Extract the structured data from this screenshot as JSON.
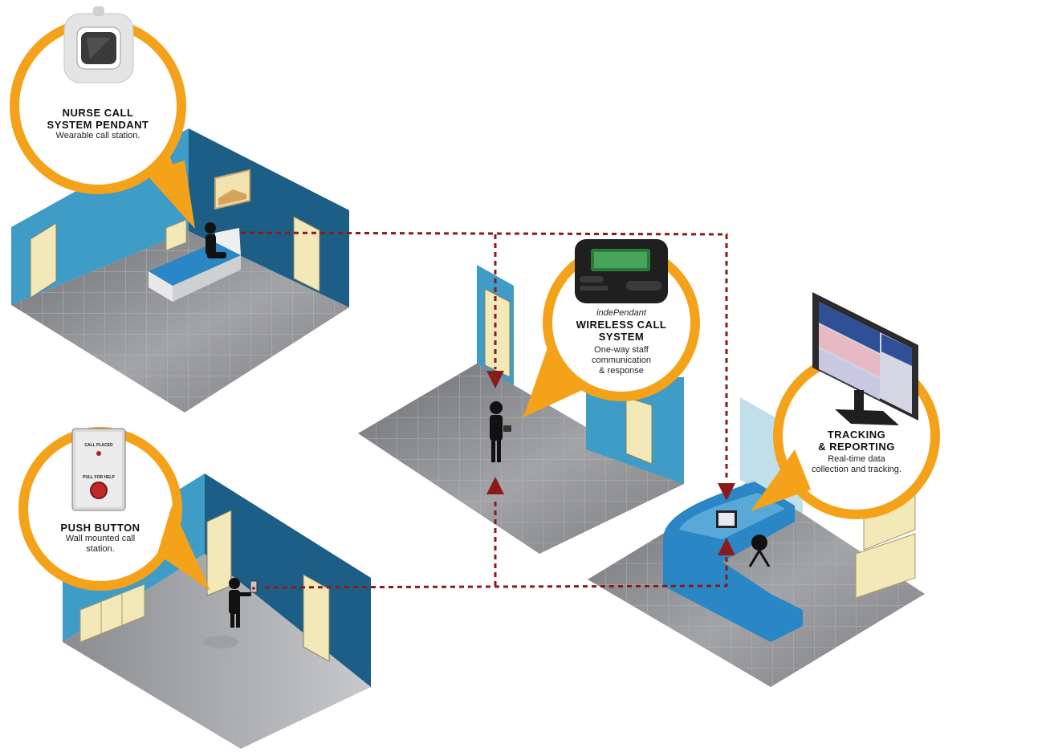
{
  "callouts": {
    "pendant": {
      "title_line1": "NURSE CALL",
      "title_line2": "SYSTEM PENDANT",
      "description": "Wearable call station.",
      "icon": "pendant-icon"
    },
    "push_button": {
      "title": "PUSH BUTTON",
      "description_line1": "Wall mounted call",
      "description_line2": "station.",
      "device_label_top": "CALL PLACED",
      "device_label_bottom": "PULL FOR HELP",
      "icon": "wall-call-button-icon"
    },
    "wireless": {
      "brand": "indePendant",
      "title_line1": "WIRELESS CALL",
      "title_line2": "SYSTEM",
      "description_line1": "One-way staff",
      "description_line2": "communication",
      "description_line3": "& response",
      "icon": "pager-icon"
    },
    "tracking": {
      "title_line1": "TRACKING",
      "title_line2": "& REPORTING",
      "description_line1": "Real-time data",
      "description_line2": "collection and tracking.",
      "icon": "monitor-icon"
    }
  },
  "colors": {
    "callout_orange": "#F5A21B",
    "wall_blue": "#1C5E86",
    "wall_light_blue": "#3F9CC6",
    "floor_gray": "#8A8B8F",
    "floor_light": "#C9CACC",
    "connector_red": "#8B1A1A",
    "door_cream": "#F2E8B8",
    "desk_blue": "#2A86C4"
  }
}
